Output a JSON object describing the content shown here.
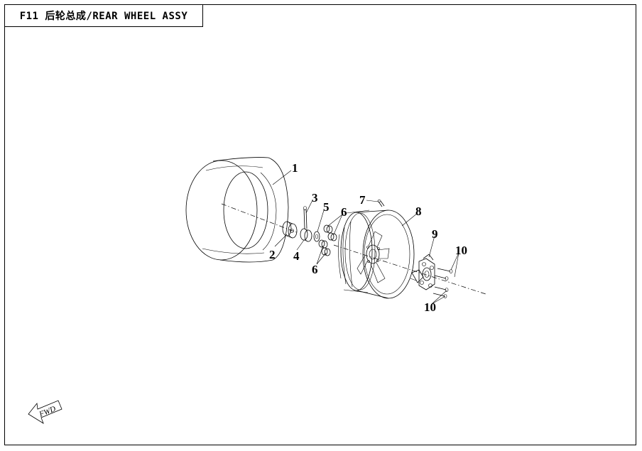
{
  "header": {
    "title": "F11 后轮总成/REAR WHEEL ASSY"
  },
  "callouts": [
    {
      "id": "c1",
      "label": "1"
    },
    {
      "id": "c2",
      "label": "2"
    },
    {
      "id": "c3",
      "label": "3"
    },
    {
      "id": "c4",
      "label": "4"
    },
    {
      "id": "c5",
      "label": "5"
    },
    {
      "id": "c6a",
      "label": "6"
    },
    {
      "id": "c6b",
      "label": "6"
    },
    {
      "id": "c7",
      "label": "7"
    },
    {
      "id": "c8",
      "label": "8"
    },
    {
      "id": "c9",
      "label": "9"
    },
    {
      "id": "c10a",
      "label": "10"
    },
    {
      "id": "c10b",
      "label": "10"
    }
  ],
  "fwd_label": "FWD",
  "icons": {
    "direction": "fwd-arrow-icon"
  }
}
